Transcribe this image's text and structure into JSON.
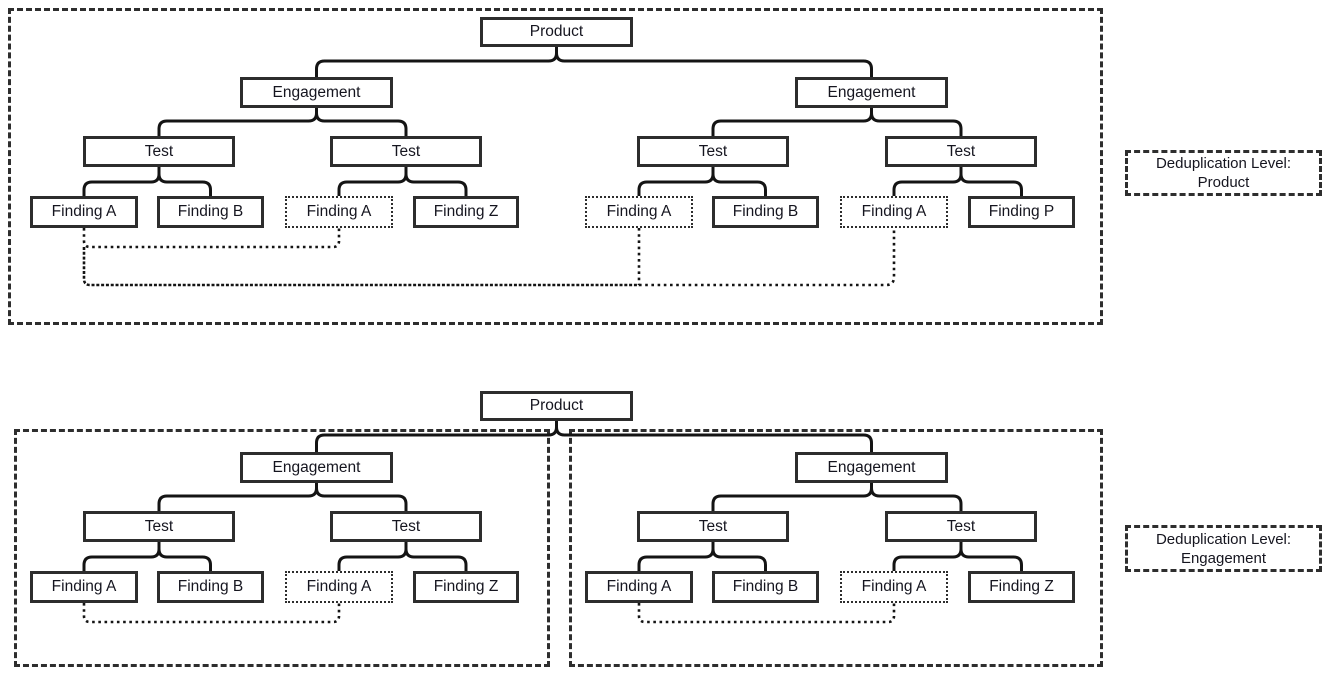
{
  "colors": {
    "background": "#ffffff",
    "line": "#141414",
    "node_border": "#2d2d2d",
    "frame_dash": "#2e2e2e",
    "text": "#15151f"
  },
  "top_diagram": {
    "dedup_label": {
      "line1": "Deduplication Level:",
      "line2": "Product"
    },
    "product": "Product",
    "engagements": [
      "Engagement",
      "Engagement"
    ],
    "tests": [
      "Test",
      "Test",
      "Test",
      "Test"
    ],
    "findings": [
      {
        "text": "Finding A",
        "duplicate": false
      },
      {
        "text": "Finding B",
        "duplicate": false
      },
      {
        "text": "Finding A",
        "duplicate": true
      },
      {
        "text": "Finding Z",
        "duplicate": false
      },
      {
        "text": "Finding A",
        "duplicate": true
      },
      {
        "text": "Finding B",
        "duplicate": false
      },
      {
        "text": "Finding A",
        "duplicate": true
      },
      {
        "text": "Finding P",
        "duplicate": false
      }
    ]
  },
  "bottom_diagram": {
    "dedup_label": {
      "line1": "Deduplication Level:",
      "line2": "Engagement"
    },
    "product": "Product",
    "engagements": [
      "Engagement",
      "Engagement"
    ],
    "tests": [
      "Test",
      "Test",
      "Test",
      "Test"
    ],
    "findings": [
      {
        "text": "Finding A",
        "duplicate": false
      },
      {
        "text": "Finding B",
        "duplicate": false
      },
      {
        "text": "Finding A",
        "duplicate": true
      },
      {
        "text": "Finding Z",
        "duplicate": false
      },
      {
        "text": "Finding A",
        "duplicate": false
      },
      {
        "text": "Finding B",
        "duplicate": false
      },
      {
        "text": "Finding A",
        "duplicate": true
      },
      {
        "text": "Finding Z",
        "duplicate": false
      }
    ]
  }
}
